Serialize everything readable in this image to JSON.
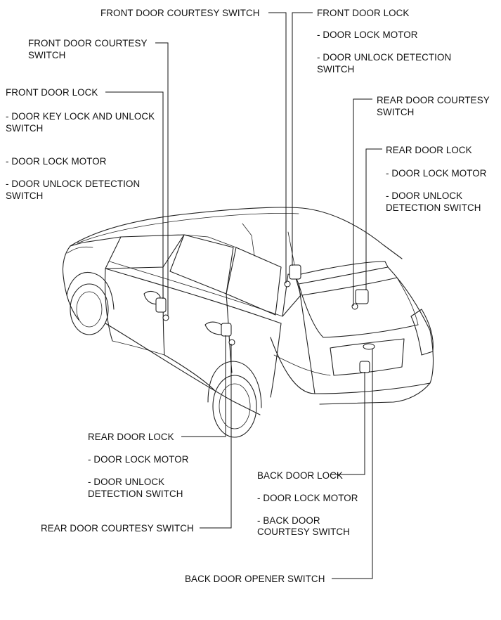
{
  "labels": {
    "fl_courtesy_top": "FRONT DOOR COURTESY SWITCH",
    "fl_lock_right_title": "FRONT DOOR LOCK",
    "fl_lock_right_motor": "- DOOR LOCK MOTOR",
    "fl_lock_right_unlock_1": "- DOOR UNLOCK DETECTION",
    "fl_lock_right_unlock_2": "SWITCH",
    "fd_courtesy_left_1": "FRONT DOOR COURTESY",
    "fd_courtesy_left_2": "SWITCH",
    "fd_lock_left_title": "FRONT DOOR LOCK",
    "fd_lock_left_key_1": "- DOOR KEY LOCK AND UNLOCK",
    "fd_lock_left_key_2": "SWITCH",
    "fd_lock_left_motor": "- DOOR LOCK MOTOR",
    "fd_lock_left_unlock_1": "- DOOR UNLOCK DETECTION",
    "fd_lock_left_unlock_2": "SWITCH",
    "rd_courtesy_right_1": "REAR DOOR COURTESY",
    "rd_courtesy_right_2": "SWITCH",
    "rd_lock_right_title": "REAR DOOR LOCK",
    "rd_lock_right_motor": "- DOOR LOCK MOTOR",
    "rd_lock_right_unlock_1": "- DOOR UNLOCK",
    "rd_lock_right_unlock_2": "DETECTION SWITCH",
    "rd_lock_bottom_title": "REAR DOOR LOCK",
    "rd_lock_bottom_motor": "- DOOR LOCK MOTOR",
    "rd_lock_bottom_unlock_1": "- DOOR UNLOCK",
    "rd_lock_bottom_unlock_2": "DETECTION SWITCH",
    "rd_courtesy_bottom": "REAR DOOR COURTESY SWITCH",
    "bd_lock_title": "BACK DOOR LOCK",
    "bd_lock_motor": "- DOOR LOCK MOTOR",
    "bd_lock_courtesy_1": "- BACK DOOR",
    "bd_lock_courtesy_2": "COURTESY SWITCH",
    "bd_opener": "BACK DOOR OPENER SWITCH"
  }
}
